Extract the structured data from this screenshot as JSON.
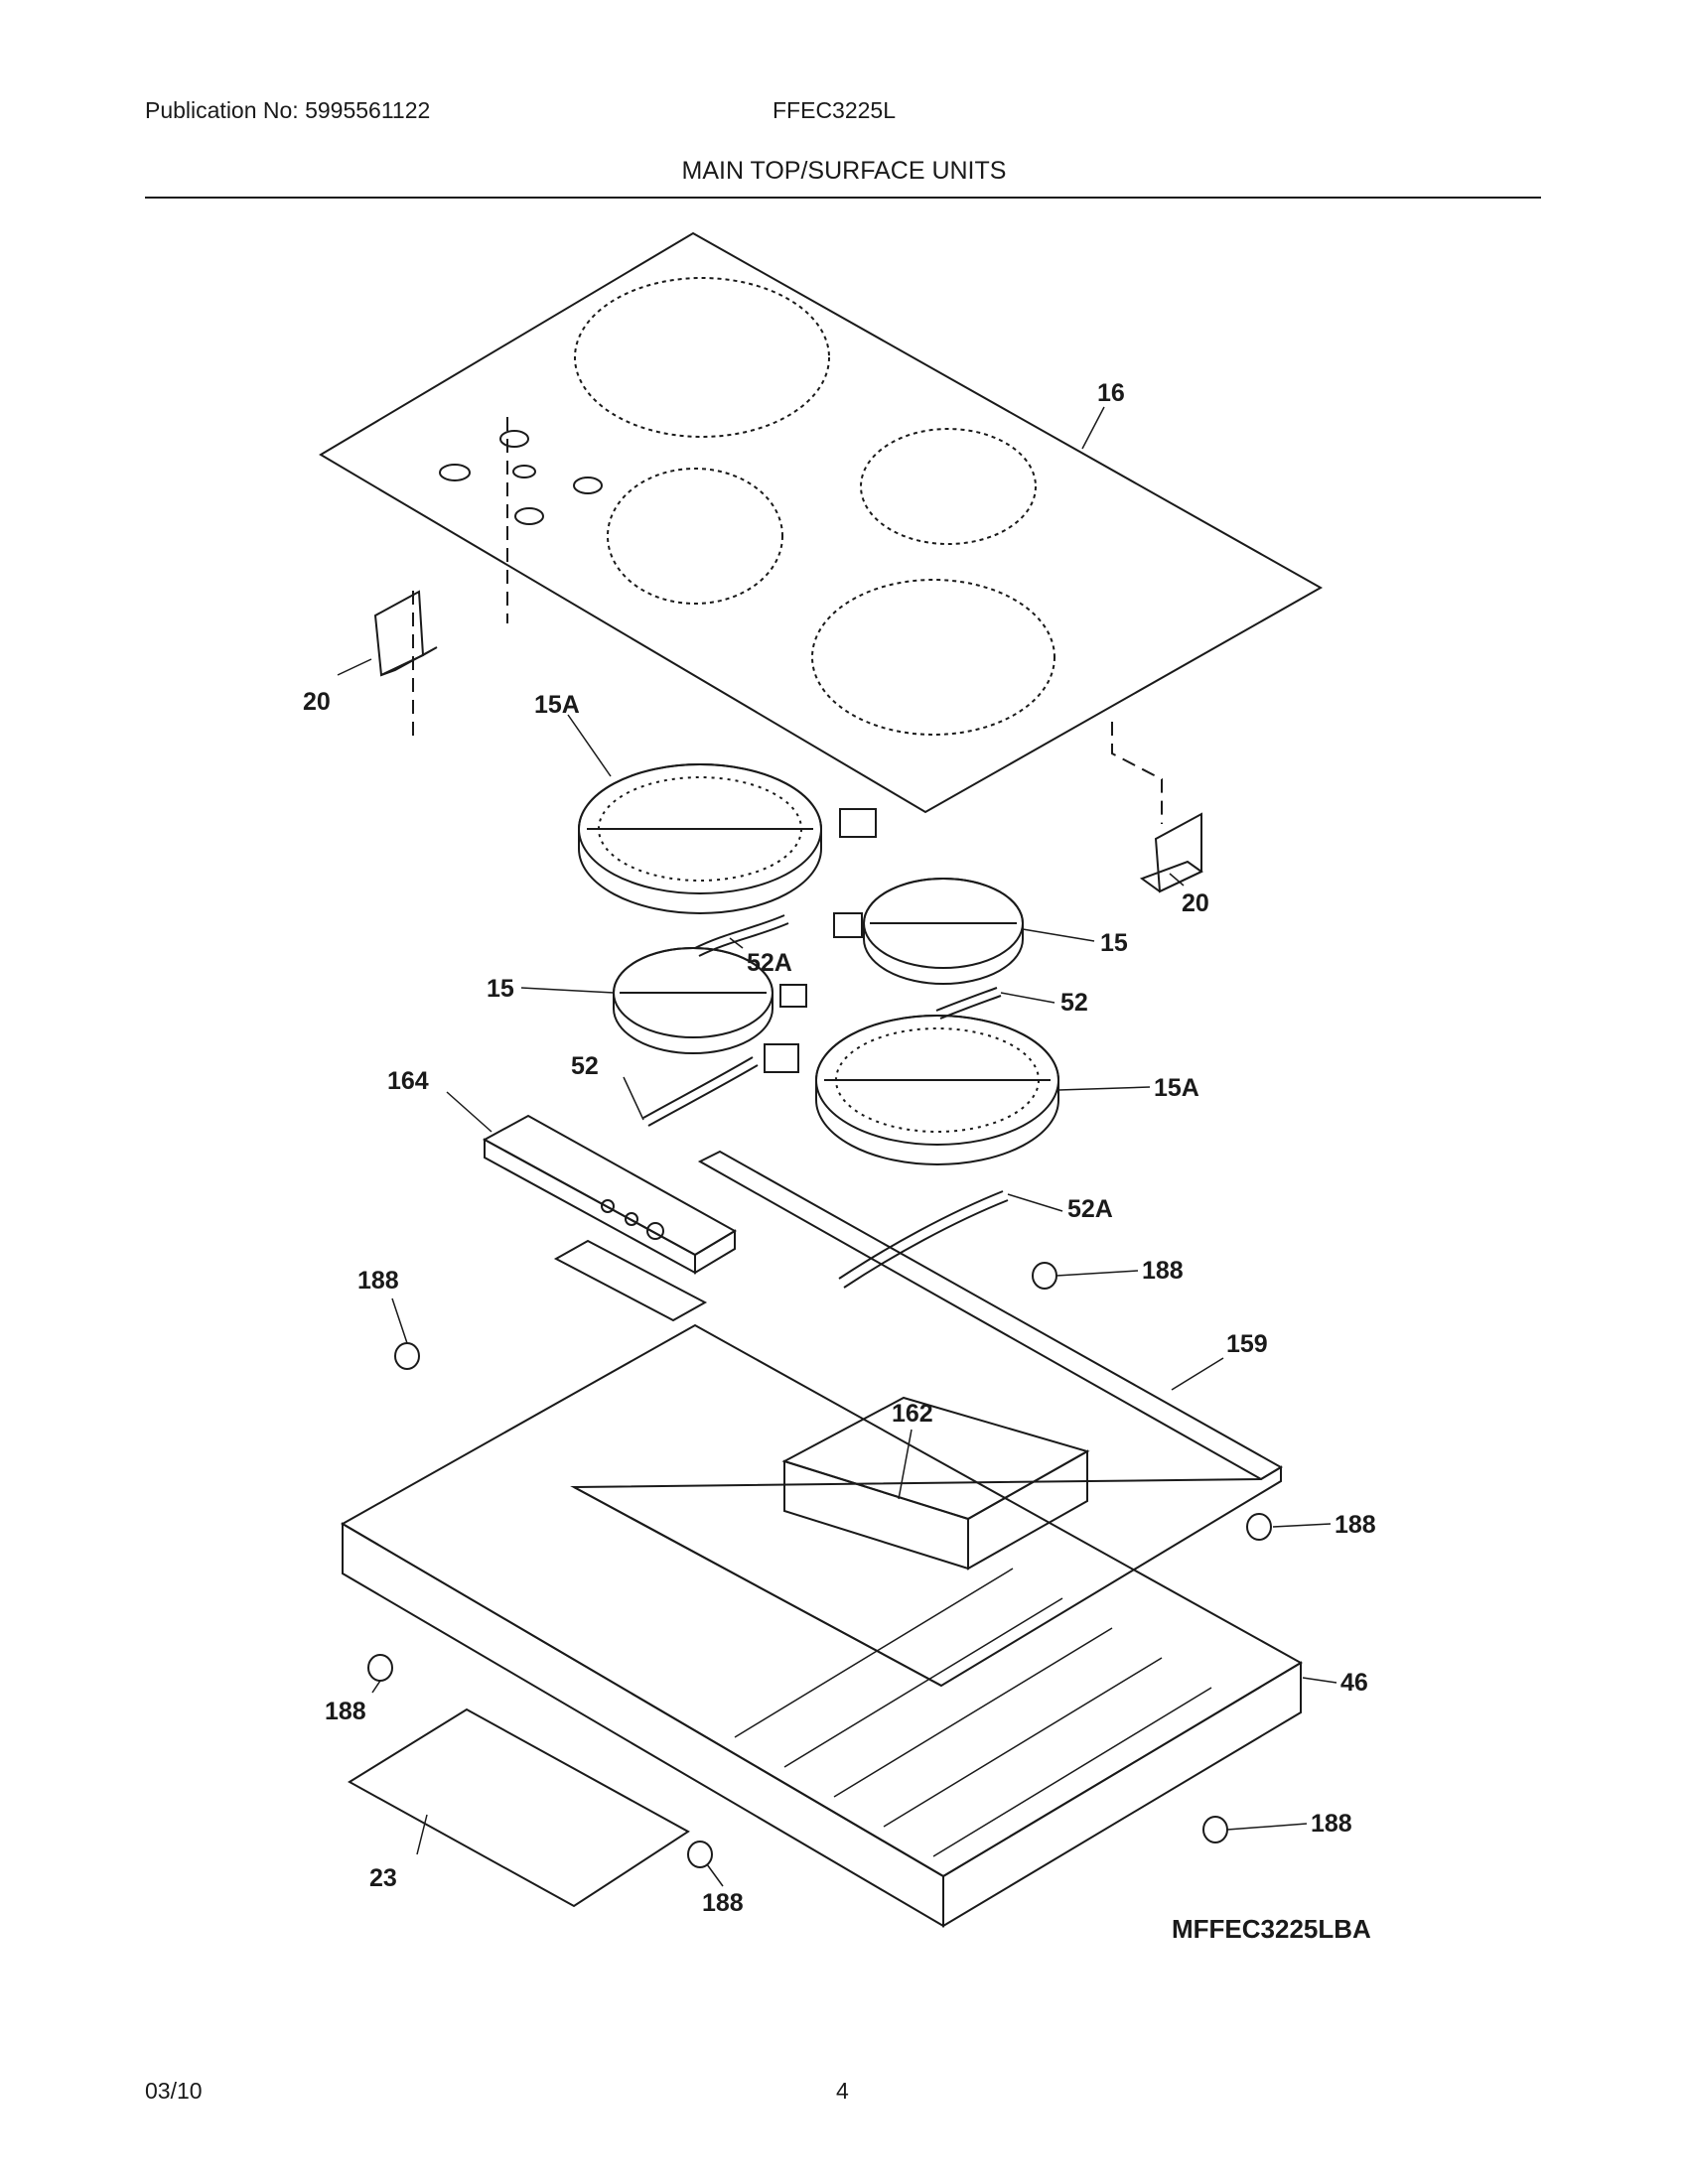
{
  "header": {
    "publication": "Publication No: 5995561122",
    "model": "FFEC3225L",
    "section_title": "MAIN TOP/SURFACE UNITS"
  },
  "callouts": {
    "c16": "16",
    "c20a": "20",
    "c20b": "20",
    "c15A_top": "15A",
    "c52A_top": "52A",
    "c15_right": "15",
    "c15_left": "15",
    "c52_right": "52",
    "c52_left": "52",
    "c15A_bottom": "15A",
    "c164": "164",
    "c52A_bottom": "52A",
    "c188_1": "188",
    "c188_2": "188",
    "c159": "159",
    "c162": "162",
    "c188_3": "188",
    "c46": "46",
    "c188_4": "188",
    "c188_5": "188",
    "c23": "23",
    "c188_6": "188"
  },
  "diagram_code": "MFFEC3225LBA",
  "footer": {
    "date": "03/10",
    "page": "4"
  }
}
